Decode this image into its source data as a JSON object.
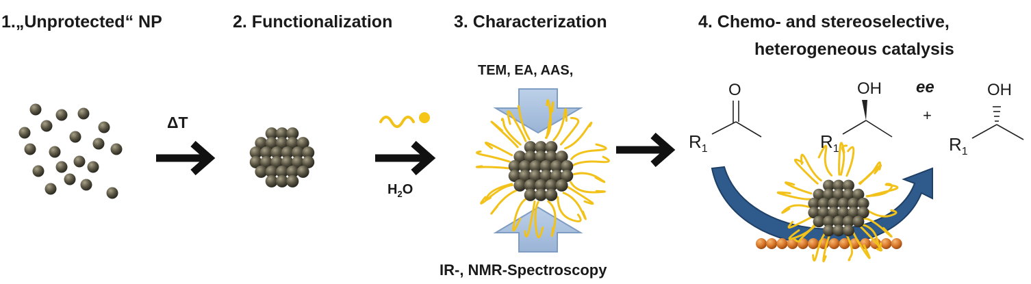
{
  "steps": [
    {
      "title": "1.„Unprotected“ NP"
    },
    {
      "title": "2. Functionalization"
    },
    {
      "title": "3. Characterization"
    },
    {
      "title_line1": "4. Chemo- and stereoselective,",
      "title_line2": "heterogeneous catalysis"
    }
  ],
  "conditions": {
    "heat": "ΔT",
    "water": "H",
    "water_sub": "2",
    "water_end": "O"
  },
  "characterization": {
    "top": "TEM, EA, AAS,",
    "bottom": "IR-, NMR-Spectroscopy"
  },
  "reaction": {
    "ketone_o": "O",
    "alcohol_oh_1": "OH",
    "alcohol_oh_2": "OH",
    "r_group": "R",
    "r_sub": "1",
    "ee": "ee",
    "plus": "+"
  },
  "colors": {
    "particle": "#4a4638",
    "ligand": "#f2c21a",
    "arrow": "#111111",
    "char_arrow": "#a9c1de",
    "cycle_arrow": "#2e5a8c",
    "support": "#d9782a"
  }
}
